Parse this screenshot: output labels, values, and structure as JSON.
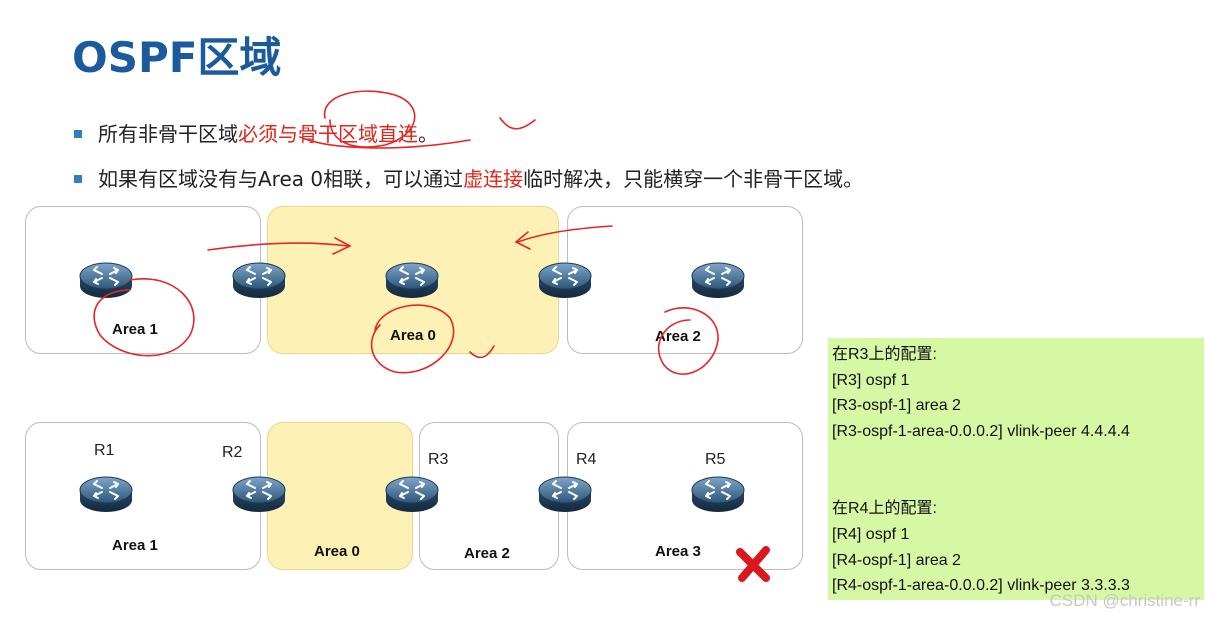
{
  "title": "OSPF区域",
  "bullets": [
    {
      "before": "所有非骨干区域",
      "highlight": "必须与骨干区域直连",
      "after": "。"
    },
    {
      "before": "如果有区域没有与Area 0相联，可以通过",
      "highlight": "虚连接",
      "after": "临时解决，只能横穿一个非骨干区域。"
    }
  ],
  "top_diagram": {
    "areas": [
      "Area 1",
      "Area 0",
      "Area 2"
    ]
  },
  "bottom_diagram": {
    "areas": [
      "Area 1",
      "Area 0",
      "Area 2",
      "Area 3"
    ],
    "routers": [
      "R1",
      "R2",
      "R3",
      "R4",
      "R5"
    ]
  },
  "config": {
    "r3_title": "在R3上的配置:",
    "r3_lines": [
      "[R3] ospf 1",
      "[R3-ospf-1] area 2",
      "[R3-ospf-1-area-0.0.0.2] vlink-peer 4.4.4.4"
    ],
    "r4_title": "在R4上的配置:",
    "r4_lines": [
      "[R4] ospf 1",
      "[R4-ospf-1] area 2",
      "[R4-ospf-1-area-0.0.0.2] vlink-peer 3.3.3.3"
    ]
  },
  "watermark": "CSDN @christine-rr",
  "colors": {
    "title": "#1b5a9c",
    "highlight": "#e0251b",
    "backbone": "#fdf1b5",
    "config_bg": "#d6f7a3",
    "router": "#2a4b6c"
  }
}
